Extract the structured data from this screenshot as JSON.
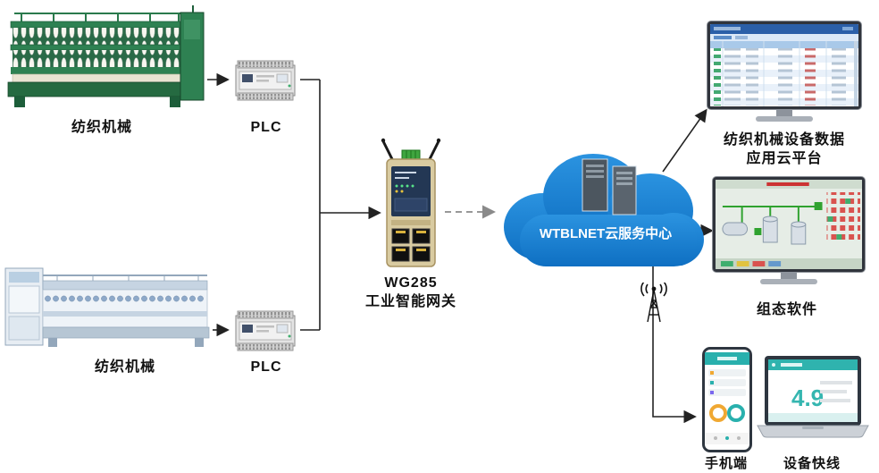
{
  "nodes": {
    "machine_top": {
      "label": "纺织机械"
    },
    "plc_top": {
      "label": "PLC"
    },
    "machine_bottom": {
      "label": "纺织机械"
    },
    "plc_bottom": {
      "label": "PLC"
    },
    "gateway": {
      "model": "WG285",
      "name": "工业智能网关"
    },
    "cloud": {
      "label": "WTBLNET云服务中心"
    },
    "cloud_platform_monitor": {
      "label_line1": "纺织机械设备数据",
      "label_line2": "应用云平台"
    },
    "scada_monitor": {
      "label": "组态软件"
    },
    "phone": {
      "label": "手机端"
    },
    "laptop": {
      "label": "设备快线",
      "screen_big_number": "4.9"
    }
  },
  "connections": [
    {
      "from": "machine_top",
      "to": "plc_top",
      "style": "solid-arrow"
    },
    {
      "from": "plc_top",
      "to": "junction",
      "style": "solid-line"
    },
    {
      "from": "machine_bottom",
      "to": "plc_bottom",
      "style": "solid-arrow"
    },
    {
      "from": "plc_bottom",
      "to": "junction",
      "style": "solid-line"
    },
    {
      "from": "junction",
      "to": "gateway",
      "style": "solid-arrow"
    },
    {
      "from": "gateway",
      "to": "cloud",
      "style": "dashed-arrow"
    },
    {
      "from": "cloud",
      "to": "cloud_platform_monitor",
      "style": "solid-arrow"
    },
    {
      "from": "cloud",
      "to": "scada_monitor",
      "style": "solid-arrow"
    },
    {
      "from": "cloud",
      "to": "phone_and_laptop",
      "style": "solid-arrow"
    }
  ],
  "colors": {
    "machine_green": "#2e8152",
    "machine_blue": "#e7edf3",
    "plc_gray": "#e4e4e4",
    "gateway_tan": "#d9cba1",
    "gateway_panel": "#233754",
    "cloud_blue": "#1580d8",
    "screen_teal": "#2fb3ae",
    "arrow_black": "#222222",
    "arrow_dashed_gray": "#8a8a8a"
  }
}
